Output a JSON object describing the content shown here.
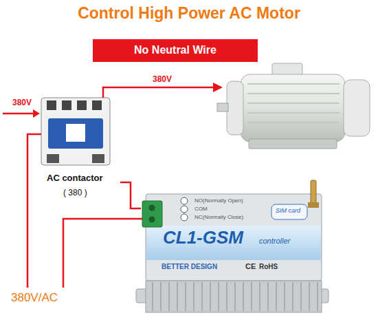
{
  "diagram": {
    "title": "Control High Power AC Motor",
    "nodes": [
      {
        "text": [
          "No Neutral Wire"
        ]
      },
      {
        "text": [
          "AC contactor",
          "( 380 )"
        ]
      },
      {
        "text": [
          "NO(Normally Open)",
          "COM",
          "NC(Normally Close)",
          "SIM card",
          "CL1-GSM",
          "controller",
          "BETTER DESIGN",
          "CE",
          "RoHS"
        ]
      }
    ],
    "edges": [
      {
        "from": 1,
        "to": 2,
        "arrow": "none"
      }
    ],
    "labels": [
      "380V",
      "380V",
      "380V/AC"
    ]
  }
}
